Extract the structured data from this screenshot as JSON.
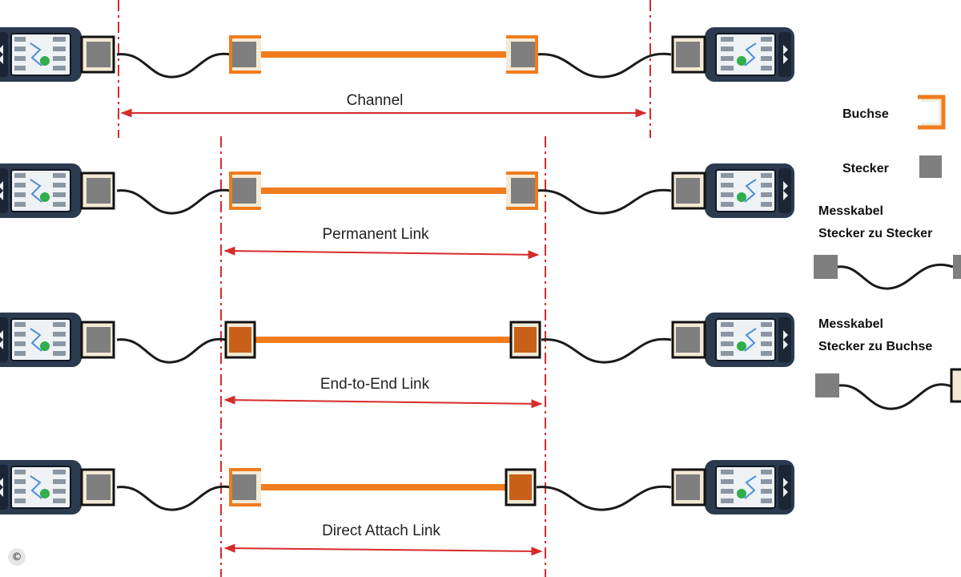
{
  "colors": {
    "cable": "#f07c1e",
    "jack_fill": "#c9601a",
    "plug": "#7f7f7f",
    "measure_line": "#d62b2b",
    "wire": "#1a1a1a",
    "device_body": "#2b3a4e",
    "device_screen": "#eef2f5"
  },
  "links": [
    {
      "label": "Channel",
      "left_end": "plug",
      "right_end": "plug",
      "left_jack": "jack-frame",
      "right_jack": "jack-frame"
    },
    {
      "label": "Permanent Link",
      "left_end": "plug",
      "right_end": "plug",
      "left_jack": "jack-frame",
      "right_jack": "jack-frame"
    },
    {
      "label": "End-to-End Link",
      "left_end": "jack",
      "right_end": "jack",
      "left_jack": "jack-black",
      "right_jack": "jack-black"
    },
    {
      "label": "Direct Attach Link",
      "left_end": "plug",
      "right_end": "jack",
      "left_jack": "jack-frame",
      "right_jack": "jack-black"
    }
  ],
  "legend": {
    "buchse": "Buchse",
    "stecker": "Stecker",
    "messkabel_ss_line1": "Messkabel",
    "messkabel_ss_line2": "Stecker zu Stecker",
    "messkabel_sb_line1": "Messkabel",
    "messkabel_sb_line2": "Stecker zu Buchse"
  },
  "copyright_symbol": "©"
}
